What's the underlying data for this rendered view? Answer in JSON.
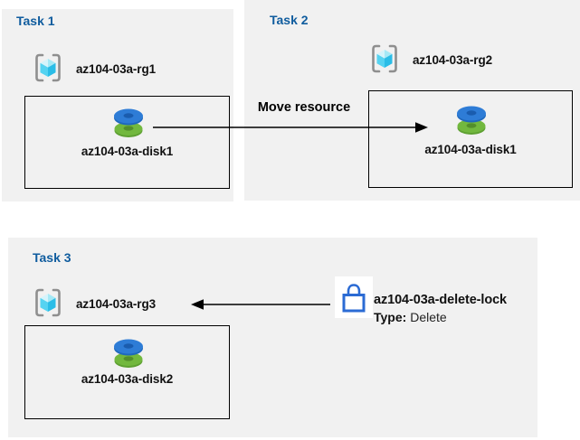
{
  "diagram": {
    "tasks": [
      {
        "title": "Task 1",
        "resource_group": "az104-03a-rg1",
        "disk": "az104-03a-disk1"
      },
      {
        "title": "Task 2",
        "resource_group": "az104-03a-rg2",
        "disk": "az104-03a-disk1"
      },
      {
        "title": "Task 3",
        "resource_group": "az104-03a-rg3",
        "disk": "az104-03a-disk2"
      }
    ],
    "move_arrow_label": "Move resource",
    "lock": {
      "name": "az104-03a-delete-lock",
      "type_label": "Type:",
      "type_value": "Delete"
    }
  },
  "icons": {
    "resource_group": "azure-resource-group-icon",
    "disk": "azure-managed-disk-icon",
    "lock": "delete-lock-icon"
  },
  "colors": {
    "panel_background": "#f1f1f1",
    "task_title_blue": "#0f5c9e",
    "box_border": "#000000",
    "arrow": "#000000",
    "lock_blue": "#2b6bd4",
    "disk_blue": "#2e7cd6",
    "disk_green": "#72b83e",
    "cube_cyan": "#2abde7",
    "bracket_gray": "#8f8f8f"
  }
}
